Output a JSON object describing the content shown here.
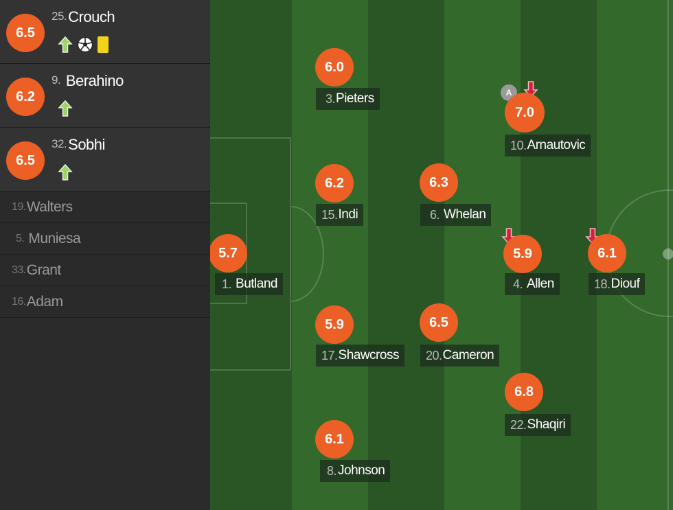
{
  "substitutes": [
    {
      "rating": "6.5",
      "number": "25.",
      "name": "Crouch"
    },
    {
      "rating": "6.2",
      "number": "9.",
      "name": "Berahino"
    },
    {
      "rating": "6.5",
      "number": "32.",
      "name": "Sobhi"
    }
  ],
  "bench": [
    {
      "number": "19.",
      "name": "Walters"
    },
    {
      "number": "5.",
      "name": "Muniesa"
    },
    {
      "number": "33.",
      "name": "Grant"
    },
    {
      "number": "16.",
      "name": "Adam"
    }
  ],
  "pitch_players": {
    "pieters": {
      "rating": "6.0",
      "number": "3.",
      "name": "Pieters"
    },
    "arnautovic": {
      "rating": "7.0",
      "number": "10.",
      "name": "Arnautovic",
      "assist_badge": "A"
    },
    "indi": {
      "rating": "6.2",
      "number": "15.",
      "name": "Indi"
    },
    "whelan": {
      "rating": "6.3",
      "number": "6.",
      "name": "Whelan"
    },
    "butland": {
      "rating": "5.7",
      "number": "1.",
      "name": "Butland"
    },
    "allen": {
      "rating": "5.9",
      "number": "4.",
      "name": "Allen"
    },
    "diouf": {
      "rating": "6.1",
      "number": "18.",
      "name": "Diouf"
    },
    "shawcross": {
      "rating": "5.9",
      "number": "17.",
      "name": "Shawcross"
    },
    "cameron": {
      "rating": "6.5",
      "number": "20.",
      "name": "Cameron"
    },
    "shaqiri": {
      "rating": "6.8",
      "number": "22.",
      "name": "Shaqiri"
    },
    "johnson": {
      "rating": "6.1",
      "number": "8.",
      "name": "Johnson"
    }
  },
  "icons": {
    "sub_in": "arrow-up-icon",
    "sub_out": "arrow-down-icon",
    "goal": "soccer-ball-icon",
    "yellow_card": "yellow-card-icon",
    "assist": "assist-badge-icon"
  },
  "colors": {
    "rating_badge": "#ec5f25",
    "pitch_dark": "#2a5525",
    "pitch_light": "#346b2d",
    "sub_in_arrow": "#9bd26a",
    "sub_out_arrow": "#d2223a",
    "yellow_card": "#f3d31a"
  }
}
